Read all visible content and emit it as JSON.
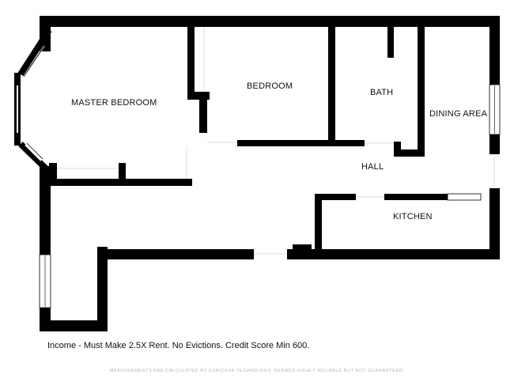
{
  "rooms": {
    "master_bedroom": "MASTER BEDROOM",
    "bedroom": "BEDROOM",
    "bath": "BATH",
    "dining_area": "DINING AREA",
    "hall": "HALL",
    "kitchen": "KITCHEN"
  },
  "note": "Income - Must Make 2.5X Rent. No Evictions. Credit Score Min 600.",
  "disclaimer": "MEASUREMENTS ARE CALCULATED BY CUBICASA TECHNOLOGY. DEEMED HIGHLY RELIABLE BUT NOT GUARANTEED.",
  "colors": {
    "wall": "#000000",
    "window": "#ffffff",
    "background": "#ffffff"
  }
}
